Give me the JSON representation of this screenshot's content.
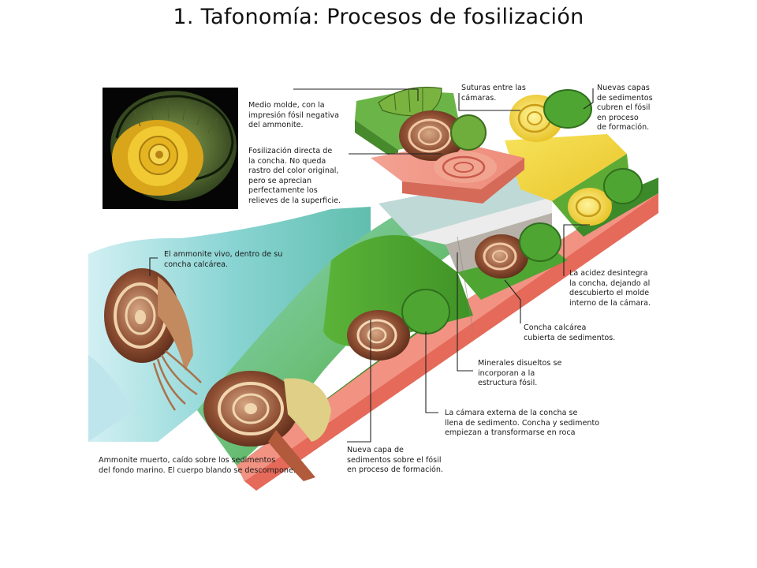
{
  "title": "1. Tafonomía: Procesos de fosilización",
  "labels": {
    "medio_molde": "Medio molde, con la\nimpresión fósil negativa\ndel ammonite.",
    "fosilizacion_directa": "Fosilización directa de\nla concha. No queda\nrastro del color original,\npero se aprecian\nperfectamente los\nrelieves de la superficie.",
    "suturas": "Suturas entre las\ncámaras.",
    "nuevas_capas": "Nuevas capas\nde sedimentos\ncubren el fósil\nen proceso\nde formación.",
    "ammonite_vivo": "El ammonite vivo, dentro de su\nconcha calcárea.",
    "acidez": "La acidez desintegra\nla concha, dejando al\ndescubierto el molde\ninterno de la cámara.",
    "concha_calcarea": "Concha calcárea\ncubierta de sedimentos.",
    "minerales": "Minerales disueltos se\nincorporan a la\nestructura fósil.",
    "camara_externa": "La cámara externa de la concha se\nllena de sedimento. Concha y sedimento\nempiezan a transformarse en roca",
    "nueva_capa": "Nueva capa de\nsedimentos sobre el fósil\nen proceso de formación.",
    "ammonite_muerto": "Ammonite muerto, caído sobre los sedimentos\ndel fondo marino. El cuerpo blando se descompone."
  }
}
